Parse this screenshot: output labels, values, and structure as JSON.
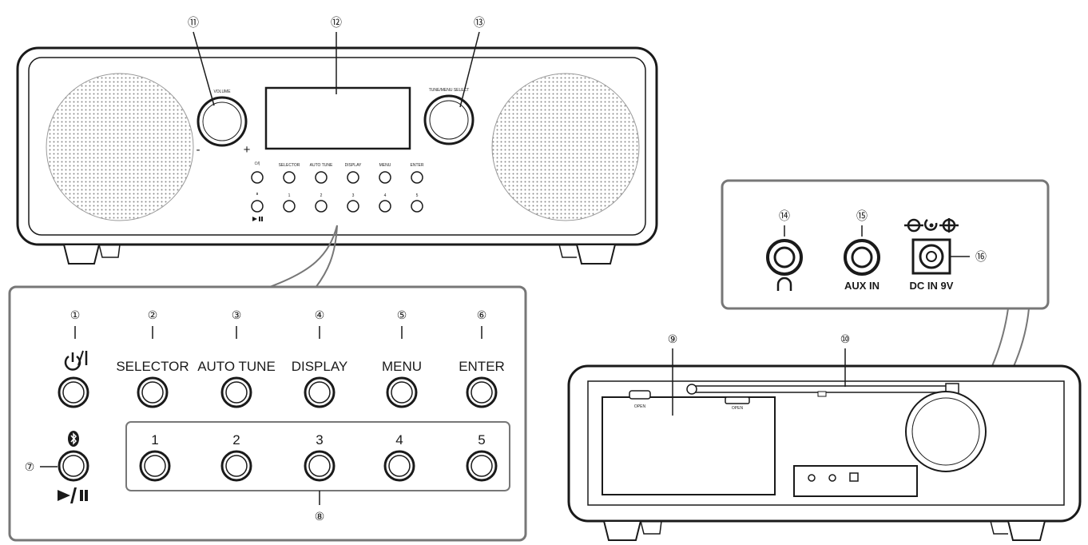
{
  "callouts": {
    "c1": "①",
    "c2": "②",
    "c3": "③",
    "c4": "④",
    "c5": "⑤",
    "c6": "⑥",
    "c7": "⑦",
    "c8": "⑧",
    "c9": "⑨",
    "c10": "⑩",
    "c11": "⑪",
    "c12": "⑫",
    "c13": "⑬",
    "c14": "⑭",
    "c15": "⑮",
    "c16": "⑯"
  },
  "front": {
    "volume_label": "VOLUME",
    "volume_minus": "-",
    "volume_plus": "+",
    "tune_label": "TUNE/MENU SELECT",
    "small_row1": [
      "",
      "SELECTOR",
      "AUTO TUNE",
      "DISPLAY",
      "MENU",
      "ENTER"
    ],
    "small_row2": [
      "",
      "1",
      "2",
      "3",
      "4",
      "5"
    ]
  },
  "panel": {
    "row1_labels": [
      "",
      "SELECTOR",
      "AUTO TUNE",
      "DISPLAY",
      "MENU",
      "ENTER"
    ],
    "preset_labels": [
      "1",
      "2",
      "3",
      "4",
      "5"
    ]
  },
  "rear": {
    "aux_label": "AUX IN",
    "dc_label": "DC IN 9V",
    "open_label": "OPEN"
  }
}
